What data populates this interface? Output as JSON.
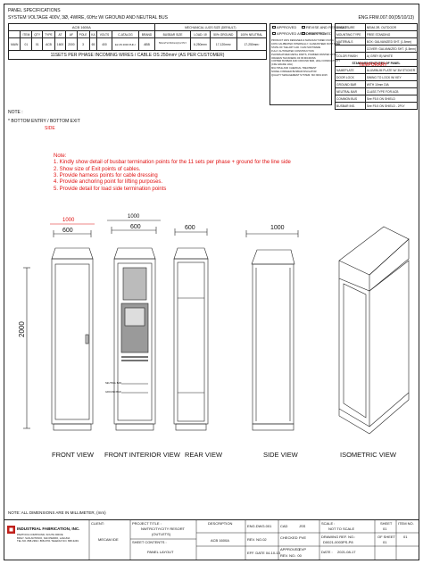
{
  "header": {
    "title_line1": "PANEL SPECIFICATIONS",
    "title_line2": "SYSTEM VOLTAGE 400V, 3Ø, 4WIRE, 60Hz W/ GROUND AND NEUTRAL BUS",
    "form_no": "ENG.FRM.007.00(05/10/13)"
  },
  "spec_table": {
    "title": "ACB 1600A",
    "mech_title": "MECHANICAL LUGS SIZE (DEFAULT)",
    "columns": [
      "ITEM",
      "QTY",
      "TYPE",
      "AT",
      "AF",
      "POLE",
      "KA",
      "VOLTS",
      "C-ATALOG",
      "BRAND",
      "BUSBAR SIZE",
      "LOAD / Ø",
      "50% GROUND",
      "100% NEUTRAL"
    ],
    "row": [
      "MAIN",
      "01",
      "01",
      "ACB",
      "1600",
      "2000",
      "3",
      "65",
      "400",
      "E2.2N 2000 PHF-I",
      "ABB",
      "50mmTH X10mm(4) 2 PLY",
      "6-250mm²",
      "17-120mm²",
      "17-250mm²"
    ],
    "footer": "11SETS PER PHASE INCOMING WIRES / CABLE OS 250mm² (AS PER CUSTOMER)"
  },
  "approval": {
    "items": [
      "APPROVED",
      "APPROVED AS CORRECTED",
      "REVISE AND RESUBMIT",
      "DISAPPROVED"
    ],
    "notes": [
      "PRODUCT WAS DESIGNED & MANUFACTURED USING",
      "100% CALIBRATED INTERNALLY, GUARANTEED RUST FREE",
      "STATE OF THE ART CAD / CAM SOFTWARE",
      "FULLY AUTOMATED CONSTRUCTION",
      "PHOSPHATIZED METAL PARTS, POWDER PAINTED WITH",
      "ORAWAN THICKNESS OF 80 MICRONS",
      "COPPER BUSBAR AND CROUND BAR, HIGH CONDUCTIVITY",
      "(CFE GRADE 1/2H)",
      "MULTIPLE AND CHEMICAL TREATMENT",
      "NICKEL FINISHED BUSBAR INSULATOR",
      "QUALITY MANAGEMENT SYSTEM: ISO 9001:2015"
    ]
  },
  "enclosure": {
    "rows": [
      [
        "ENCLOSURE",
        "NEMA 3R, OUTDOOR"
      ],
      [
        "MOUNTING TYPE",
        "FREE STANDING"
      ],
      [
        "MATERIALS",
        "BOX: GALVANIZED SHT. (1.5mm)"
      ],
      [
        "",
        "COVER: GALVANIZED SHT. (1.5mm)"
      ],
      [
        "COLOR FINISH",
        "A) GREY  B) WHITE"
      ],
      [
        "",
        "STANDARD FEATURES OF PANEL"
      ],
      [
        "NAMEPLATE",
        "ALUMINUM PLATE W/ 3M STICKER"
      ],
      [
        "DOOR LOCK",
        "SWING TO LOCK W/ KEY"
      ],
      [
        "GROUND BAR",
        "WITH 10mm DIA"
      ],
      [
        "NEUTRAL BAR",
        "CLASS TYPE FOR ACB"
      ],
      [
        "COMMON BUS",
        "See F5.5 ON SHIELD"
      ],
      [
        "BUSBAR INS.",
        "See F5.5 ON SHIELD - 2PLY"
      ]
    ],
    "stamp": "TEMPORARY"
  },
  "notes": {
    "label": "NOTE :",
    "entry": "* BOTTOM ENTRY / BOTTOM EXIT",
    "side": "SIDE",
    "heading": "Note:",
    "items": [
      "1. Kindly show detail of busbar termination points for the 11 sets per phase + ground for the line side",
      "2. Show size of Exit points of cables.",
      "3. Provide harness points for cable dressing",
      "4. Provide anchoring point for lifting purposes.",
      "5. Provide detail for load side termination points"
    ]
  },
  "dimensions": {
    "front_red": "1000",
    "front_black": "600",
    "interior_red": "1000",
    "interior_black": "600",
    "rear": "600",
    "side": "1000",
    "height": "2000"
  },
  "views": {
    "front": "FRONT VIEW",
    "interior": "FRONT INTERIOR VIEW",
    "rear": "REAR VIEW",
    "side": "SIDE VIEW",
    "iso": "ISOMETRIC VIEW"
  },
  "interior_labels": {
    "neutral": "NEUTRAL BAR",
    "ground": "GROUND BAR"
  },
  "units_note": "NOTE: ALL DIMENSIONS ARE IN MILLIMETER, (mm)",
  "title_block": {
    "company": "INDUSTRIAL FABRICATION, INC.",
    "address1": "PAMTOOA COMPOUND, SOUTH DRIVE",
    "address2": "BRGY. SAN ANTONIO, SAN PEDRO, LAGUNA",
    "address3": "TEL NO. 868-2994 / 868-3701    TELEFAX NO. 868-3249",
    "client_label": "CLIENT:",
    "client": "MECAM IDE",
    "project_label": "PROJECT TITLE :",
    "project1": "NWTRCITY/CITY RESORT",
    "project2": "(OUTLETS)",
    "contents_label": "SHEET CONTENTS :",
    "contents": "PANEL LAYOUT",
    "desc_label": "DESCRIPTION",
    "desc": "ACB 1600A",
    "eng_dwg": "ENG.DWG.001",
    "rev_no": "REV. NO.02",
    "eff_date": "EFF. DATE 04-10-13",
    "cad_label": "CAD",
    "cad": "JSS",
    "checked_label": "CHECKED",
    "checked": "PVE",
    "approved_label": "APPROVED",
    "approved": "EVP",
    "rev": "REV. NO.: 00",
    "scale_label": "SCALE :",
    "scale": "NOT TO SCALE",
    "drawing_label": "DRAWING REF. NO.:",
    "drawing": "D0021-0003PS-P8",
    "date_label": "DATE :",
    "date": "2021-08-17",
    "sheet_label": "SHEET",
    "sheet": "01",
    "of_sheet_label": "OF SHEET",
    "of_sheet": "01",
    "item_label": "ITEM NO.",
    "item": "01"
  }
}
